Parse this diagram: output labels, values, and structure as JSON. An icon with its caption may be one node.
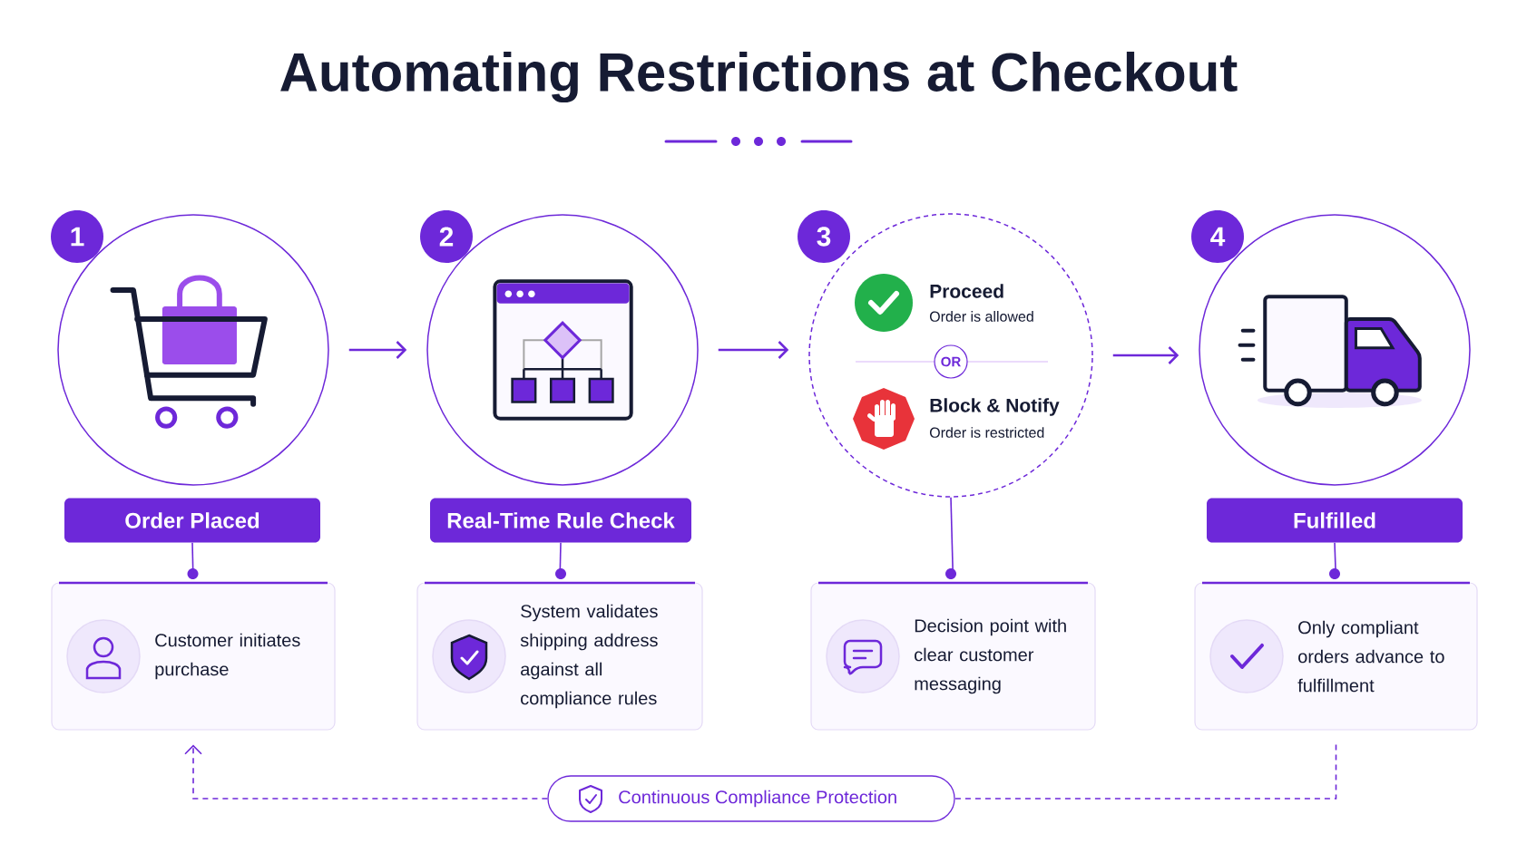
{
  "diagram": {
    "title": "Automating Restrictions at Checkout",
    "nodes": [
      {
        "text": [
          "1"
        ]
      },
      {
        "text": [],
        "shape": "circle"
      },
      {
        "text": [
          "Order Placed"
        ]
      },
      {
        "text": [
          "Customer initiates purchase"
        ]
      },
      {
        "text": [
          "2"
        ]
      },
      {
        "text": [],
        "shape": "circle"
      },
      {
        "text": [
          "Real-Time Rule Check"
        ]
      },
      {
        "text": [
          "System validates shipping address against all compliance rules"
        ]
      },
      {
        "text": [
          "3"
        ]
      },
      {
        "text": [
          "Proceed",
          "Order is allowed",
          "Block & Notify",
          "Order is restricted"
        ]
      },
      {
        "text": [
          "OR"
        ],
        "in": 9
      },
      {
        "text": [
          "Decision point with clear customer messaging"
        ]
      },
      {
        "text": [
          "4"
        ]
      },
      {
        "text": [],
        "shape": "circle"
      },
      {
        "text": [
          "Fulfilled"
        ]
      },
      {
        "text": [
          "Only compliant orders advance to fulfillment"
        ]
      },
      {
        "text": [
          "Continuous Compliance Protection"
        ]
      }
    ],
    "edges": [
      {
        "from": 1,
        "to": 5,
        "arrow": "to"
      },
      {
        "from": 5,
        "to": 9,
        "arrow": "to"
      },
      {
        "from": 9,
        "to": 13,
        "arrow": "to"
      },
      {
        "from": 2,
        "to": 3,
        "arrow": "none"
      },
      {
        "from": 6,
        "to": 7,
        "arrow": "none"
      },
      {
        "from": 9,
        "to": 11,
        "arrow": "none"
      },
      {
        "from": 14,
        "to": 15,
        "arrow": "none"
      },
      {
        "from": 15,
        "to": 16,
        "arrow": "none",
        "style": "dashed"
      },
      {
        "from": 16,
        "to": 3,
        "arrow": "to",
        "style": "dashed"
      }
    ]
  }
}
